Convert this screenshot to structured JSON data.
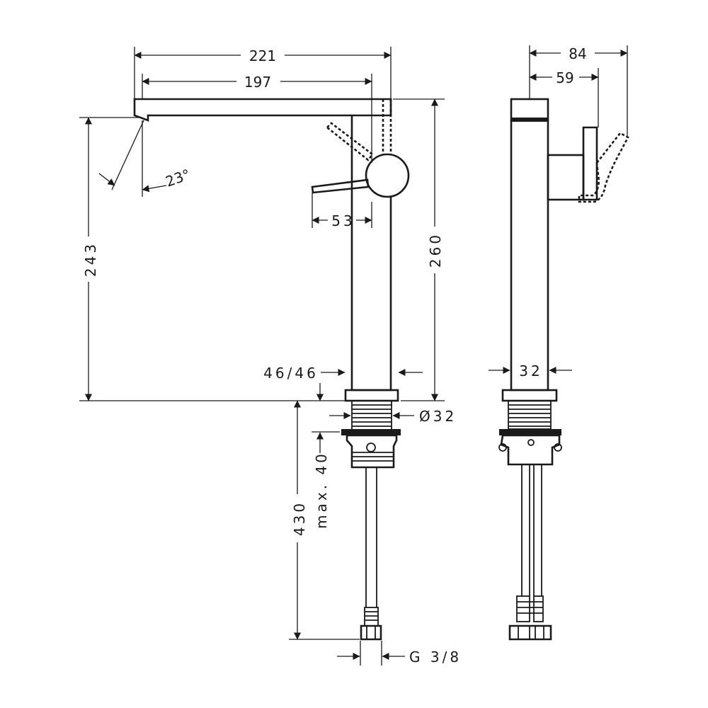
{
  "dimensions": {
    "spout_reach_total": "221",
    "spout_reach": "197",
    "spout_angle": "23°",
    "lever_reach": "53",
    "spout_height": "243",
    "total_height": "260",
    "base_width_front": "46/46",
    "thread_diameter": "Ø32",
    "tail_length": "430",
    "max_counter_thickness": "max. 40",
    "connection": "G 3/8",
    "side_depth_total": "84",
    "side_depth_lever": "59",
    "base_width_side": "32"
  }
}
